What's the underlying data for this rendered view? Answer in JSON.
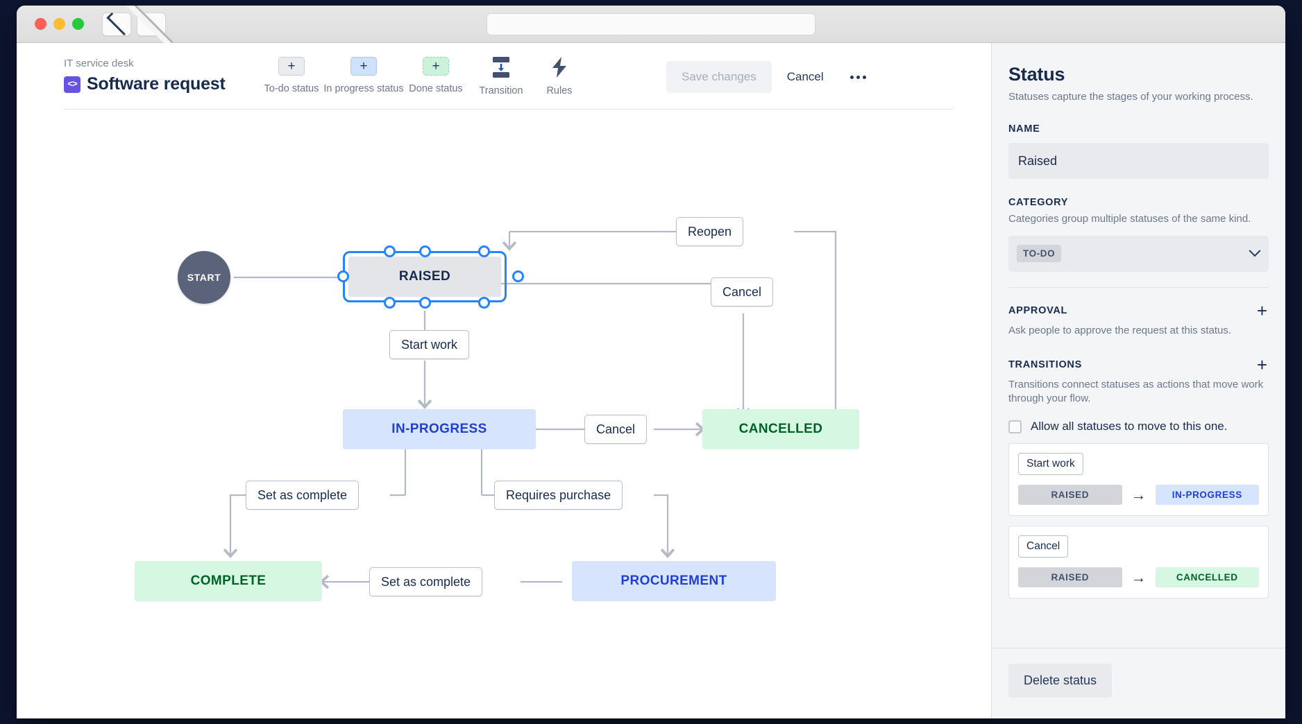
{
  "window": {
    "traffic_lights": [
      "close",
      "minimize",
      "zoom"
    ],
    "nav_back": "back-icon",
    "nav_forward": "forward-icon",
    "address_value": ""
  },
  "header": {
    "breadcrumb": "IT service desk",
    "project_icon_glyph": "<>",
    "title": "Software request"
  },
  "toolbar": {
    "tools": [
      {
        "label": "To-do status",
        "glyph": "+",
        "kind": "todo"
      },
      {
        "label": "In progress status",
        "glyph": "+",
        "kind": "prog"
      },
      {
        "label": "Done status",
        "glyph": "+",
        "kind": "done"
      }
    ],
    "transition": {
      "label": "Transition",
      "icon": "transition-icon"
    },
    "rules": {
      "label": "Rules",
      "icon": "lightning-bolt-icon"
    },
    "save_label": "Save changes",
    "save_disabled": true,
    "cancel_label": "Cancel",
    "more_label": "more-options-icon"
  },
  "canvas": {
    "start_label": "START",
    "nodes": [
      {
        "id": "raised",
        "label": "RAISED",
        "kind": "todo",
        "selected": true
      },
      {
        "id": "in-progress",
        "label": "IN-PROGRESS",
        "kind": "prog",
        "selected": false
      },
      {
        "id": "cancelled",
        "label": "CANCELLED",
        "kind": "done",
        "selected": false
      },
      {
        "id": "complete",
        "label": "COMPLETE",
        "kind": "done",
        "selected": false
      },
      {
        "id": "procurement",
        "label": "PROCUREMENT",
        "kind": "prog",
        "selected": false
      }
    ],
    "edges": [
      {
        "label": "Reopen",
        "from": "cancelled",
        "to": "raised"
      },
      {
        "label": "Cancel",
        "from": "raised",
        "to": "cancelled"
      },
      {
        "label": "Start work",
        "from": "raised",
        "to": "in-progress"
      },
      {
        "label": "Cancel",
        "from": "in-progress",
        "to": "cancelled"
      },
      {
        "label": "Set as complete",
        "from": "in-progress",
        "to": "complete"
      },
      {
        "label": "Requires purchase",
        "from": "in-progress",
        "to": "procurement"
      },
      {
        "label": "Set as complete",
        "from": "procurement",
        "to": "complete"
      }
    ]
  },
  "panel": {
    "title": "Status",
    "subtitle": "Statuses capture the stages of your working process.",
    "name_label": "NAME",
    "name_value": "Raised",
    "category_label": "CATEGORY",
    "category_desc": "Categories group multiple statuses of the same kind.",
    "category_value": "TO-DO",
    "approval_label": "APPROVAL",
    "approval_desc": "Ask people to approve the request at this status.",
    "approval_add": "+",
    "transitions_label": "TRANSITIONS",
    "transitions_desc": "Transitions connect statuses as actions that move work through your flow.",
    "transitions_add": "+",
    "allow_all_label": "Allow all statuses to move to this one.",
    "allow_all_checked": false,
    "transition_cards": [
      {
        "name": "Start work",
        "from": "RAISED",
        "from_kind": "todo",
        "to": "IN-PROGRESS",
        "to_kind": "prog",
        "arrow": "→"
      },
      {
        "name": "Cancel",
        "from": "RAISED",
        "from_kind": "todo",
        "to": "CANCELLED",
        "to_kind": "done",
        "arrow": "→"
      }
    ],
    "delete_label": "Delete status"
  },
  "colors": {
    "todo_bg": "#e4e5e9",
    "progress_bg": "#d6e4fd",
    "progress_text": "#1f3fd0",
    "done_bg": "#d6f7e2",
    "done_text": "#006127",
    "selection": "#2684ff",
    "brand_purple": "#6554e0",
    "edge_line": "#b3bac5"
  }
}
